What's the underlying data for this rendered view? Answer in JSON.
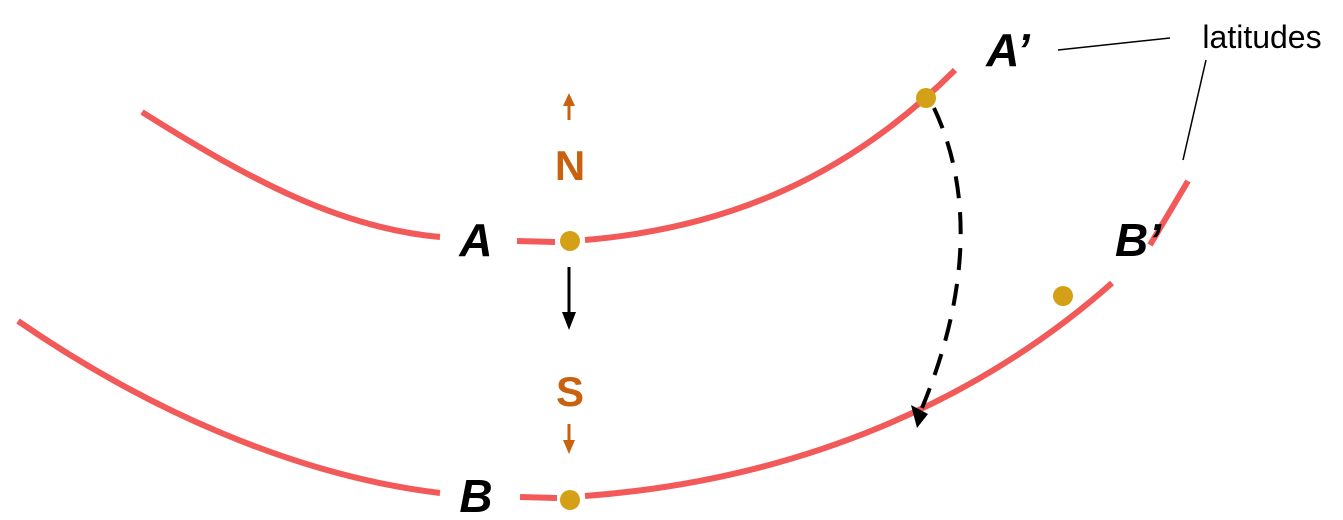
{
  "labels": {
    "point_a": "A",
    "point_b": "B",
    "point_a_prime": "A’",
    "point_b_prime": "B’",
    "north": "N",
    "south": "S",
    "latitudes": "latitudes"
  },
  "colors": {
    "latitude_line": "#f25a5a",
    "point": "#d4a017",
    "direction": "#c8620f",
    "arrow": "#000000",
    "text": "#000000"
  }
}
